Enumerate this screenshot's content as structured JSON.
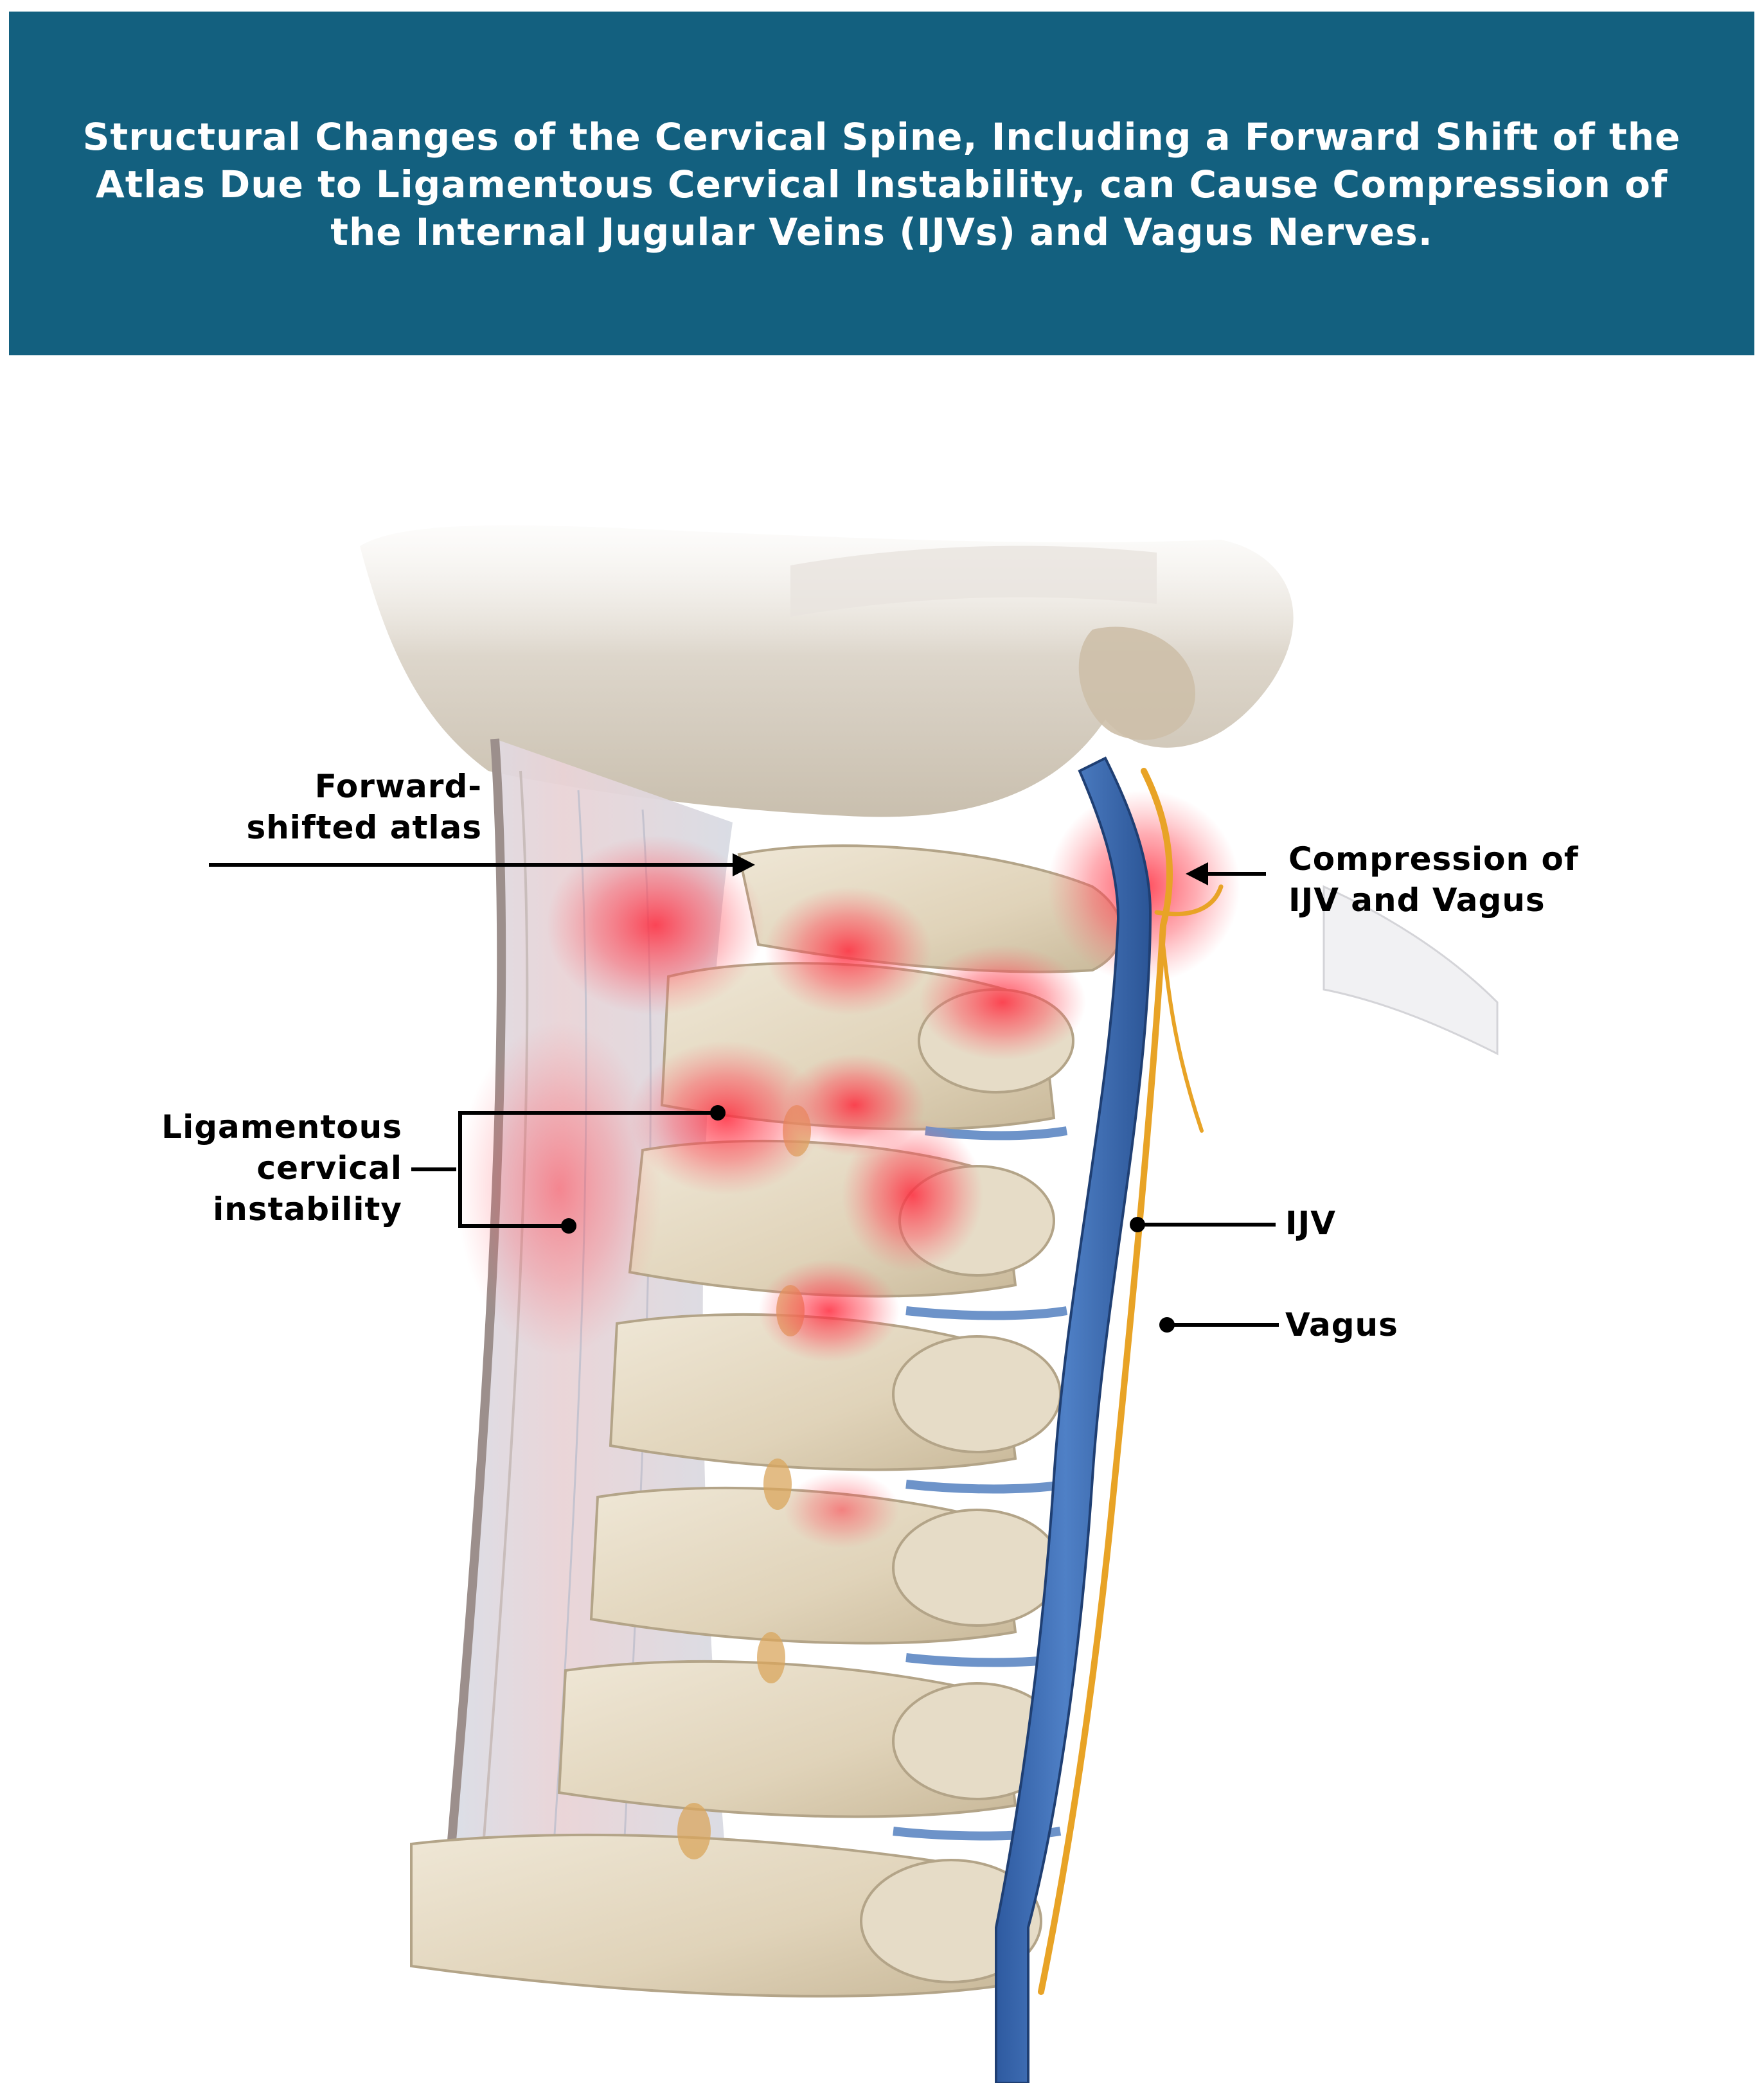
{
  "header": {
    "title": "Structural Changes of the Cervical Spine, Including a Forward Shift of the Atlas Due to Ligamentous Cervical Instability, can Cause Compression of the Internal Jugular Veins (IJVs) and Vagus Nerves."
  },
  "labels": {
    "atlas": {
      "line1": "Forward-",
      "line2": "shifted atlas"
    },
    "instability": {
      "line1": "Ligamentous",
      "line2": "cervical",
      "line3": "instability"
    },
    "compression": {
      "line1": "Compression of",
      "line2": "IJV and Vagus"
    },
    "ijv": "IJV",
    "vagus": "Vagus"
  },
  "colors": {
    "banner": "#13607f",
    "bone": "#e3d8c2",
    "vein": "#3f6fb5",
    "nerve": "#e8a326",
    "inflammation": "#ff3b4a"
  }
}
